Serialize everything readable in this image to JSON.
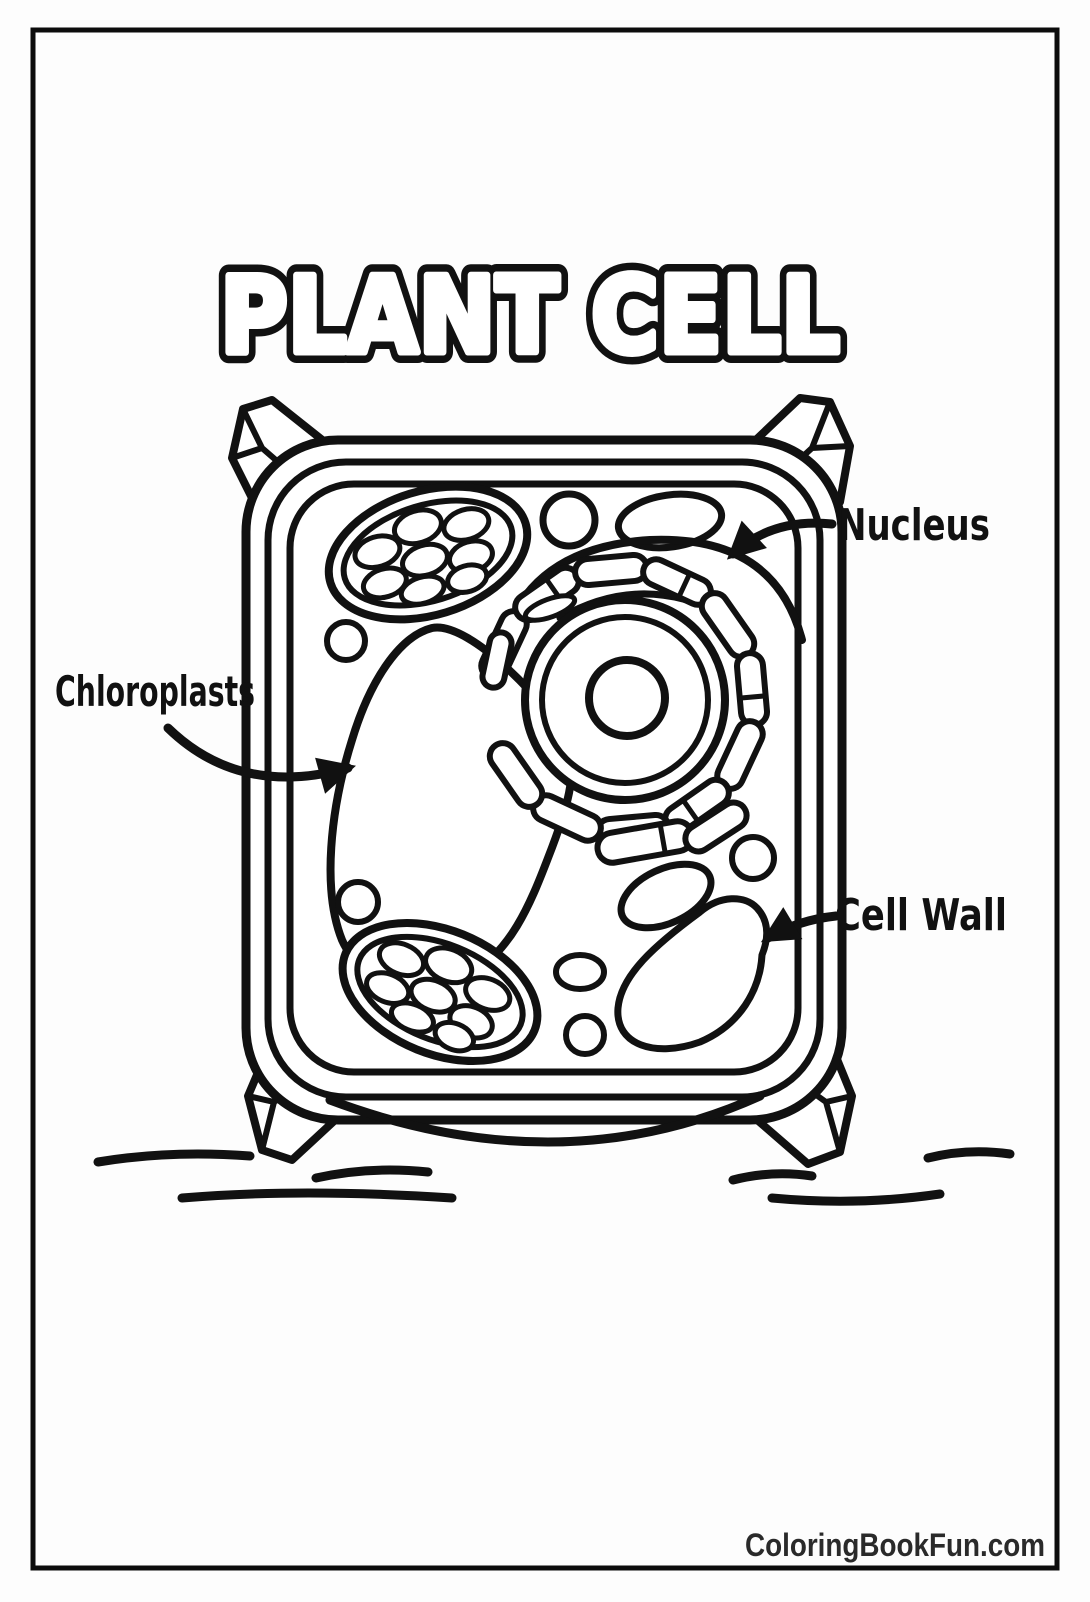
{
  "page": {
    "title": "PLANT CELL",
    "footer": "ColoringBookFun.com"
  },
  "labels": {
    "nucleus": "Nucleus",
    "chloroplasts": "Chloroplasts",
    "cell_wall": "Cell Wall"
  },
  "diagram": {
    "subject": "plant cell coloring page",
    "labeled_parts": [
      "Nucleus",
      "Chloroplasts",
      "Cell Wall"
    ]
  },
  "colors": {
    "line": "#111111",
    "paper": "#fdfdfd",
    "footer_text": "#2a2a2a"
  }
}
